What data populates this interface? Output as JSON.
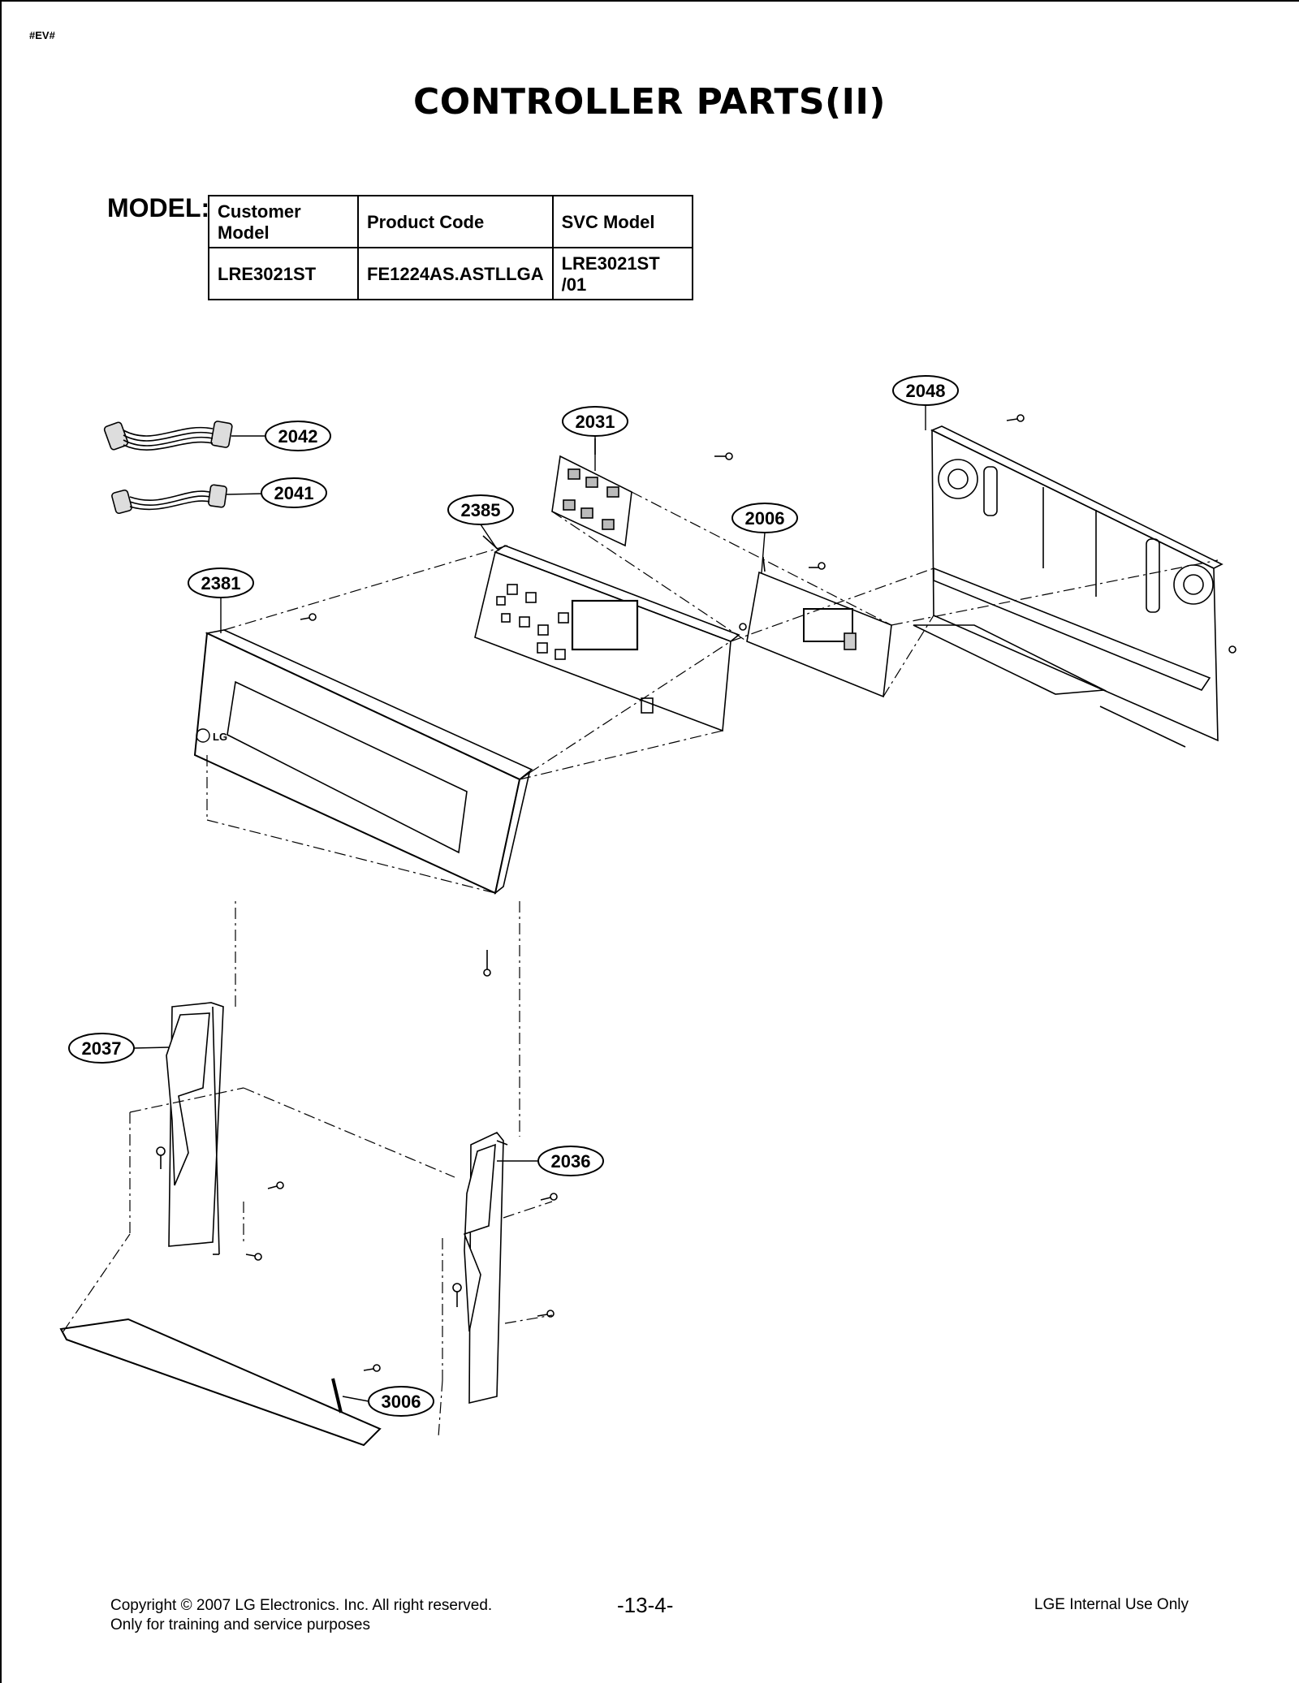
{
  "doc_code": "#EV#",
  "title": "CONTROLLER PARTS(II)",
  "model_label": "MODEL:",
  "model_table": {
    "headers": [
      "Customer Model",
      "Product Code",
      "SVC Model"
    ],
    "row": [
      "LRE3021ST",
      "FE1224AS.ASTLLGA",
      "LRE3021ST /01"
    ]
  },
  "callouts": {
    "p2042": "2042",
    "p2041": "2041",
    "p2031": "2031",
    "p2385": "2385",
    "p2006": "2006",
    "p2048": "2048",
    "p2381": "2381",
    "p2037": "2037",
    "p2036": "2036",
    "p3006": "3006"
  },
  "logo_text": "LG",
  "footer": {
    "copyright": "Copyright © 2007 LG Electronics. Inc. All right reserved.",
    "purpose": "Only for training and service purposes",
    "page": "-13-4-",
    "internal": "LGE Internal Use Only"
  }
}
